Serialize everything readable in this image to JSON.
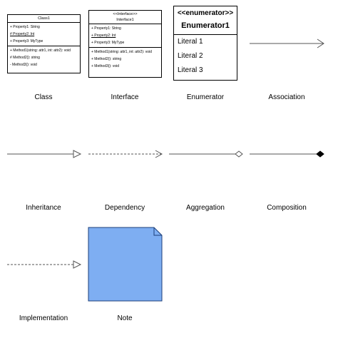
{
  "class_shape": {
    "name": "Class1",
    "attributes": [
      "+ Property1: String",
      "# Property2: Int",
      "+ Property3: MyType"
    ],
    "methods": [
      "+ Method1(string: attr1, int: attr2): void",
      "# Method2(): string",
      "- Method3(): void"
    ]
  },
  "interface_shape": {
    "stereotype": "<<Interface>>",
    "name": "Interface1",
    "attributes": [
      "+ Property1: String",
      "+ Property2: Int",
      "+ Property3: MyType"
    ],
    "methods": [
      "+ Method1(string: attr1, int: attr2): void",
      "+ Method2(): string",
      "+ Method3(): void"
    ]
  },
  "enum_shape": {
    "stereotype": "<<enumerator>>",
    "name": "Enumerator1",
    "literals": [
      "Literal 1",
      "Literal 2",
      "Literal 3"
    ]
  },
  "labels": {
    "class": "Class",
    "interface": "Interface",
    "enumerator": "Enumerator",
    "association": "Association",
    "inheritance": "Inheritance",
    "dependency": "Dependency",
    "aggregation": "Aggregation",
    "composition": "Composition",
    "implementation": "Implementation",
    "note": "Note"
  },
  "colors": {
    "line": "#555555",
    "note_fill": "#7eaef2",
    "note_stroke": "#1c3f7a"
  }
}
